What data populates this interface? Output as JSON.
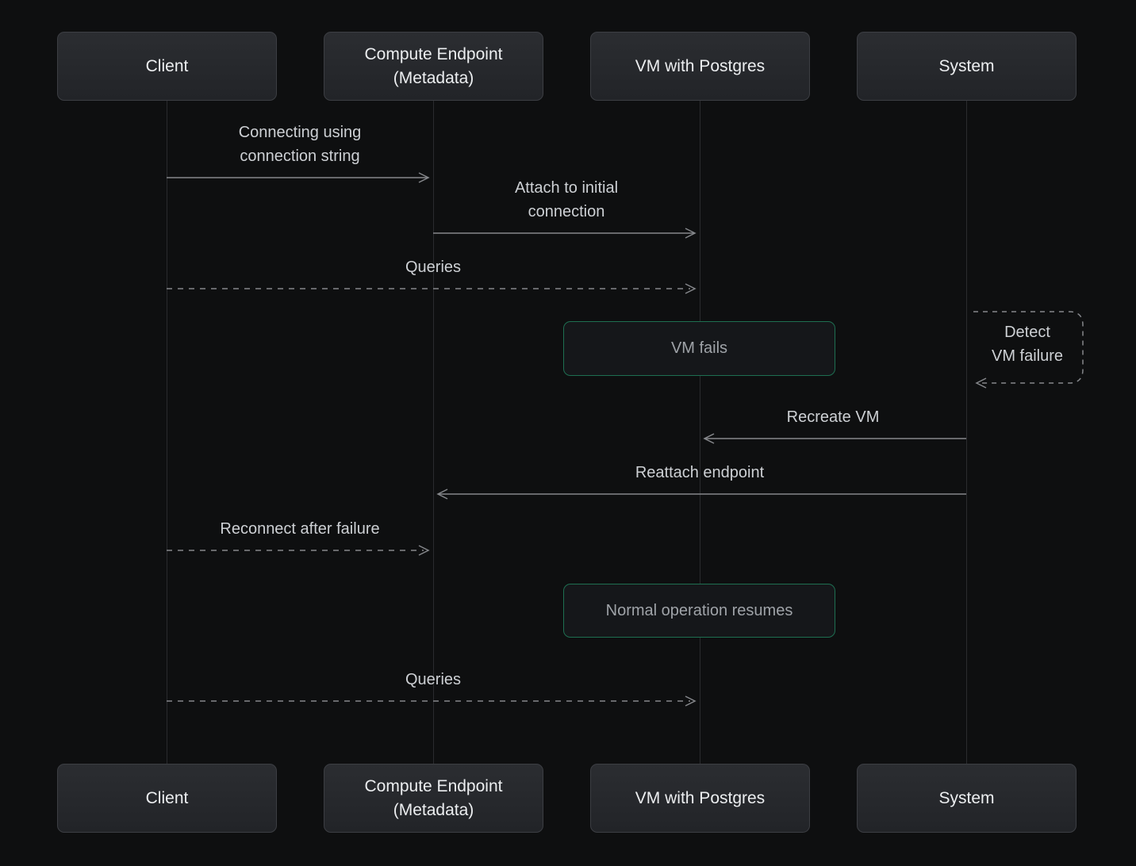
{
  "actors": [
    {
      "label": "Client"
    },
    {
      "label": "Compute Endpoint\n(Metadata)"
    },
    {
      "label": "VM with Postgres"
    },
    {
      "label": "System"
    }
  ],
  "messages": [
    {
      "label": "Connecting using\nconnection string",
      "from": "Client",
      "to": "Compute Endpoint (Metadata)",
      "style": "solid",
      "direction": "right"
    },
    {
      "label": "Attach to initial\nconnection",
      "from": "Compute Endpoint (Metadata)",
      "to": "VM with Postgres",
      "style": "solid",
      "direction": "right"
    },
    {
      "label": "Queries",
      "from": "Client",
      "to": "VM with Postgres",
      "style": "dashed",
      "direction": "right"
    },
    {
      "label": "Recreate VM",
      "from": "System",
      "to": "VM with Postgres",
      "style": "solid",
      "direction": "left"
    },
    {
      "label": "Reattach endpoint",
      "from": "System",
      "to": "Compute Endpoint (Metadata)",
      "style": "solid",
      "direction": "left"
    },
    {
      "label": "Reconnect after failure",
      "from": "Client",
      "to": "Compute Endpoint (Metadata)",
      "style": "dashed",
      "direction": "right"
    },
    {
      "label": "Queries",
      "from": "Client",
      "to": "VM with Postgres",
      "style": "dashed",
      "direction": "right"
    }
  ],
  "notes": [
    {
      "label": "VM fails",
      "over": "VM with Postgres"
    },
    {
      "label": "Normal operation resumes",
      "over": "VM with Postgres"
    }
  ],
  "self_message": {
    "label": "Detect\nVM failure",
    "actor": "System",
    "style": "dashed"
  },
  "colors": {
    "background": "#0e0f10",
    "actor_box_top": "#2b2d31",
    "actor_box_bottom": "#222428",
    "actor_border": "#3c3e43",
    "actor_text": "#eceef0",
    "lifeline": "#2a2b2e",
    "arrow": "#85878b",
    "message_text": "#cdd0d4",
    "note_border_green": "#1e6f51",
    "note_background": "#15171a",
    "note_text": "#9fa3a8"
  }
}
